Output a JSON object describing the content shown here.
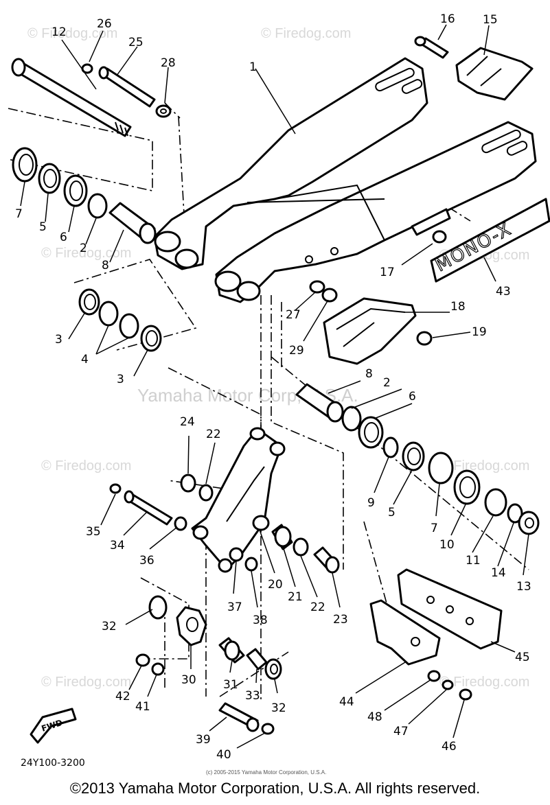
{
  "watermark": {
    "text": "© Firedog.com",
    "center_text": "Yamaha Motor Corp, U.S.A."
  },
  "diagram_code": "24Y100-3200",
  "small_copyright": "(c) 2005-2015 Yamaha Motor Corporation, U.S.A.",
  "footer": "©2013 Yamaha Motor Corporation, U.S.A. All rights reserved.",
  "decal_text": "MONO-X",
  "fwd_label": "FWD",
  "callouts": [
    "1",
    "2",
    "2",
    "3",
    "3",
    "4",
    "5",
    "5",
    "6",
    "6",
    "7",
    "7",
    "8",
    "8",
    "9",
    "10",
    "11",
    "12",
    "13",
    "14",
    "15",
    "16",
    "17",
    "18",
    "19",
    "20",
    "21",
    "22",
    "22",
    "23",
    "24",
    "25",
    "26",
    "27",
    "28",
    "29",
    "30",
    "31",
    "32",
    "32",
    "33",
    "34",
    "35",
    "36",
    "37",
    "38",
    "39",
    "40",
    "41",
    "42",
    "43",
    "44",
    "45",
    "46",
    "47",
    "48"
  ]
}
